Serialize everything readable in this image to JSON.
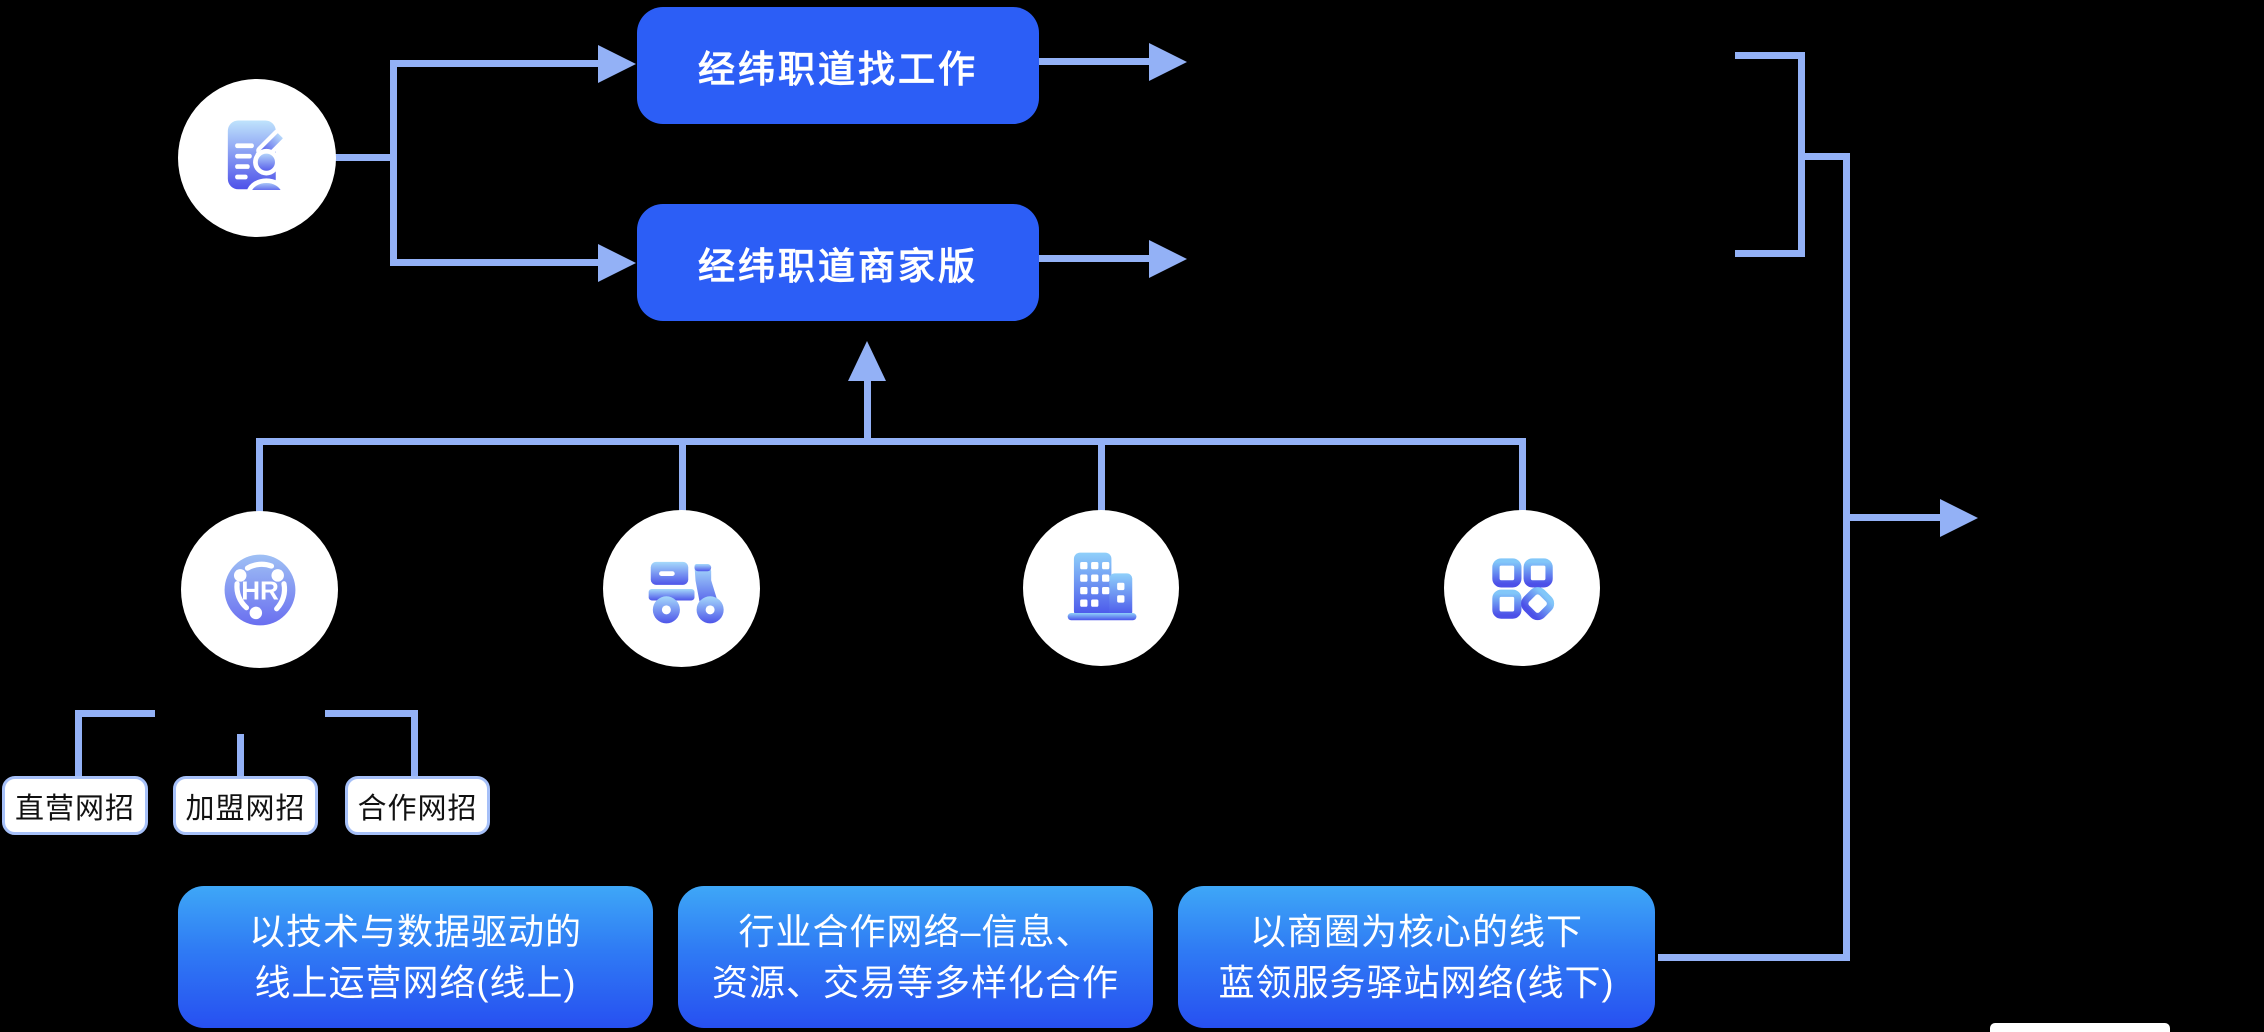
{
  "scene": {
    "background": "#000000"
  },
  "colors": {
    "button_blue": "#2c5ef6",
    "connector_blue": "#93b1f6",
    "network_box_gradient_top": "#3ea7f7",
    "network_box_gradient_bottom": "#2750f1",
    "recruit_box_border": "#a6c0f8",
    "icon_gradient_top": "#a5d9fb",
    "icon_gradient_bottom": "#4e55e9"
  },
  "apps": {
    "job_seeker_app": "经纬职道找工作",
    "merchant_app": "经纬职道商家版"
  },
  "hr_icon": {
    "text": "HR"
  },
  "recruit_boxes": [
    {
      "label": "直营网招"
    },
    {
      "label": "加盟网招"
    },
    {
      "label": "合作网招"
    }
  ],
  "network_boxes": [
    {
      "line1": "以技术与数据驱动的",
      "line2": "线上运营网络(线上)"
    },
    {
      "line1": "行业合作网络–信息、",
      "line2": "资源、交易等多样化合作"
    },
    {
      "line1": "以商圈为核心的线下",
      "line2": "蓝领服务驿站网络(线下)"
    }
  ],
  "icon_names": {
    "source": "resume-document-icon",
    "hr": "hr-network-icon",
    "delivery": "delivery-scooter-icon",
    "company": "office-building-icon",
    "services": "app-grid-icon"
  }
}
